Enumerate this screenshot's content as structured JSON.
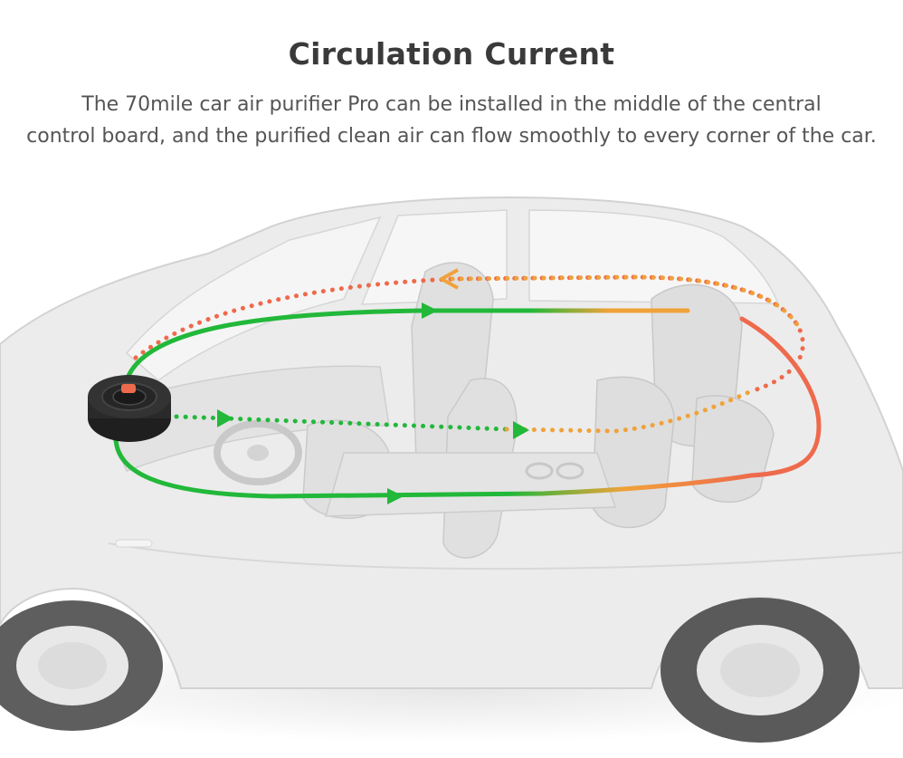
{
  "header": {
    "title": "Circulation Current",
    "description_line1": "The 70mile car air purifier Pro can be installed in the middle of the central",
    "description_line2": "control board, and the purified clean air can flow smoothly to every corner of the car."
  },
  "illustration": {
    "subject": "car-interior-cutaway",
    "device": "car-air-purifier",
    "colors": {
      "clean_air": "#22b83a",
      "return_air_warm": "#f0a23a",
      "return_air_hot": "#ee6a4c",
      "car_body": "#e9e9e9",
      "car_outline": "#cfcfcf",
      "tire": "#5a5a5a",
      "device": "#2a2a2a"
    }
  }
}
